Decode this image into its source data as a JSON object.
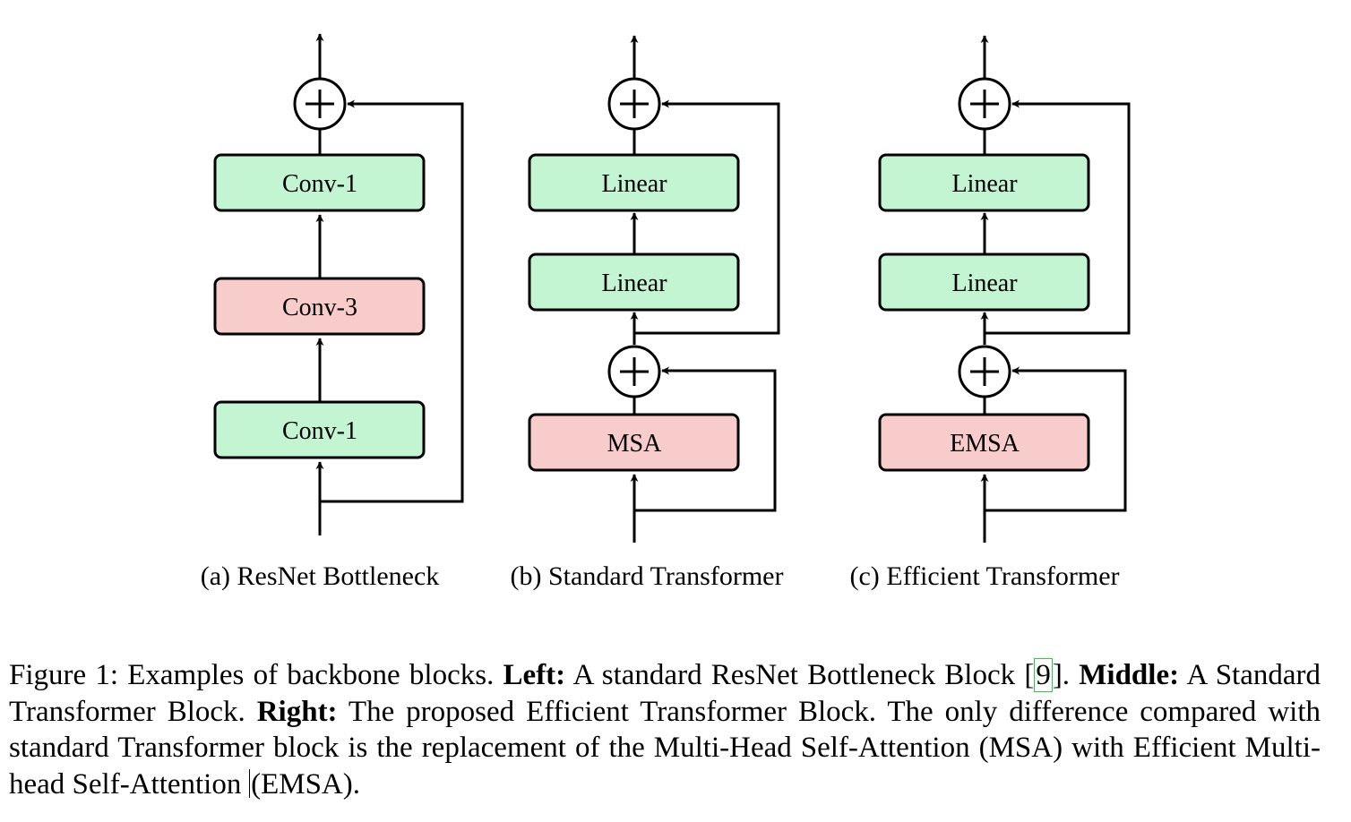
{
  "colors": {
    "green_fill": "#c3f5d3",
    "red_fill": "#f9cccc",
    "stroke": "#000000",
    "citation_box": "#2ecc40"
  },
  "diagrams": [
    {
      "id": "a",
      "caption": "(a) ResNet Bottleneck",
      "blocks": [
        {
          "label": "Conv-1",
          "fill": "green"
        },
        {
          "label": "Conv-3",
          "fill": "red"
        },
        {
          "label": "Conv-1",
          "fill": "green"
        }
      ]
    },
    {
      "id": "b",
      "caption": "(b) Standard Transformer",
      "blocks": [
        {
          "label": "Linear",
          "fill": "green"
        },
        {
          "label": "Linear",
          "fill": "green"
        },
        {
          "label": "MSA",
          "fill": "red"
        }
      ]
    },
    {
      "id": "c",
      "caption": "(c) Efficient Transformer",
      "blocks": [
        {
          "label": "Linear",
          "fill": "green"
        },
        {
          "label": "Linear",
          "fill": "green"
        },
        {
          "label": "EMSA",
          "fill": "red"
        }
      ]
    }
  ],
  "adder_symbol": "+",
  "caption": {
    "prefix": "Figure 1: Examples of backbone blocks. ",
    "left_label": "Left:",
    "left_text": " A standard ResNet Bottleneck Block [",
    "citation": "9",
    "left_text_end": "]. ",
    "middle_label": "Middle:",
    "middle_text": " A Standard Transformer Block. ",
    "right_label": "Right:",
    "right_text": " The proposed Efficient Transformer Block. The only difference compared with standard Transformer block is the replacement of the Multi-Head Self-Attention (MSA) with Efficient Multi-head Self-Attention ",
    "right_text_end": "(EMSA)."
  }
}
